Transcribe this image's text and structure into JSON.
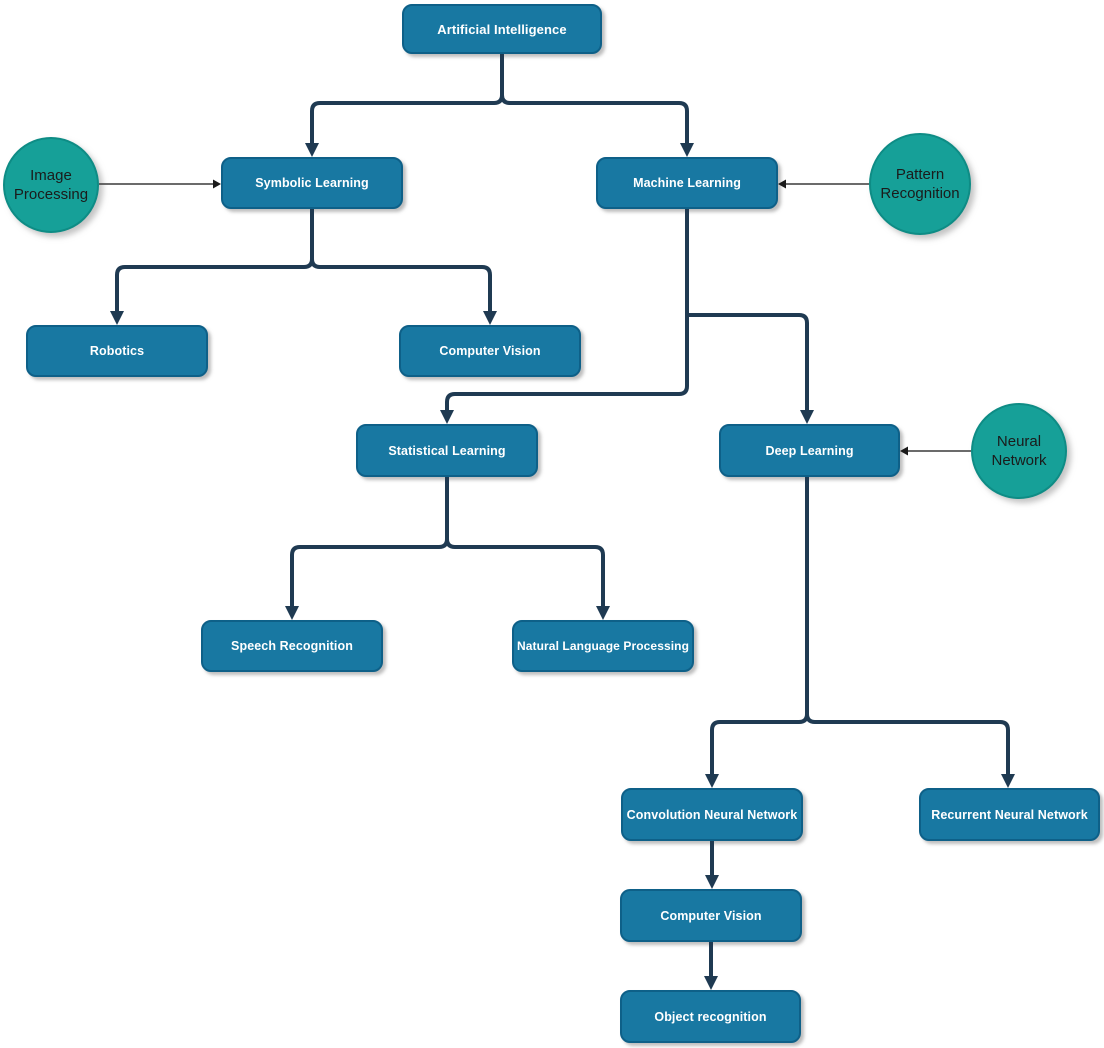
{
  "diagram": {
    "type": "flowchart",
    "background": "#ffffff",
    "colors": {
      "node_fill": "#1878A2",
      "node_border": "#0E6088",
      "node_text": "#FFFFFF",
      "connector": "#1F3A52",
      "annotation_fill": "#16A098",
      "annotation_border": "#0E8C85",
      "annotation_text": "#1B1B1B",
      "thin_arrow": "#3A3A3A"
    }
  },
  "nodes": [
    {
      "id": "artificial-intelligence",
      "label": "Artificial Intelligence"
    },
    {
      "id": "symbolic-learning",
      "label": "Symbolic Learning"
    },
    {
      "id": "machine-learning",
      "label": "Machine Learning"
    },
    {
      "id": "robotics",
      "label": "Robotics"
    },
    {
      "id": "computer-vision",
      "label": "Computer Vision"
    },
    {
      "id": "statistical-learning",
      "label": "Statistical Learning"
    },
    {
      "id": "deep-learning",
      "label": "Deep Learning"
    },
    {
      "id": "speech-recognition",
      "label": "Speech Recognition"
    },
    {
      "id": "natural-language-processing",
      "label": "Natural Language Processing"
    },
    {
      "id": "convolution-neural-network",
      "label": "Convolution Neural Network"
    },
    {
      "id": "recurrent-neural-network",
      "label": "Recurrent Neural Network"
    },
    {
      "id": "computer-vision-2",
      "label": "Computer Vision"
    },
    {
      "id": "object-recognition",
      "label": "Object recognition"
    }
  ],
  "annotations": [
    {
      "id": "image-processing",
      "label": "Image\nProcessing",
      "points_to": "symbolic-learning"
    },
    {
      "id": "pattern-recognition",
      "label": "Pattern\nRecognition",
      "points_to": "machine-learning"
    },
    {
      "id": "neural-network",
      "label": "Neural\nNetwork",
      "points_to": "deep-learning"
    }
  ],
  "edges": [
    {
      "from": "artificial-intelligence",
      "to": "symbolic-learning"
    },
    {
      "from": "artificial-intelligence",
      "to": "machine-learning"
    },
    {
      "from": "symbolic-learning",
      "to": "robotics"
    },
    {
      "from": "symbolic-learning",
      "to": "computer-vision"
    },
    {
      "from": "machine-learning",
      "to": "statistical-learning"
    },
    {
      "from": "machine-learning",
      "to": "deep-learning"
    },
    {
      "from": "statistical-learning",
      "to": "speech-recognition"
    },
    {
      "from": "statistical-learning",
      "to": "natural-language-processing"
    },
    {
      "from": "deep-learning",
      "to": "convolution-neural-network"
    },
    {
      "from": "deep-learning",
      "to": "recurrent-neural-network"
    },
    {
      "from": "convolution-neural-network",
      "to": "computer-vision-2"
    },
    {
      "from": "computer-vision-2",
      "to": "object-recognition"
    }
  ]
}
